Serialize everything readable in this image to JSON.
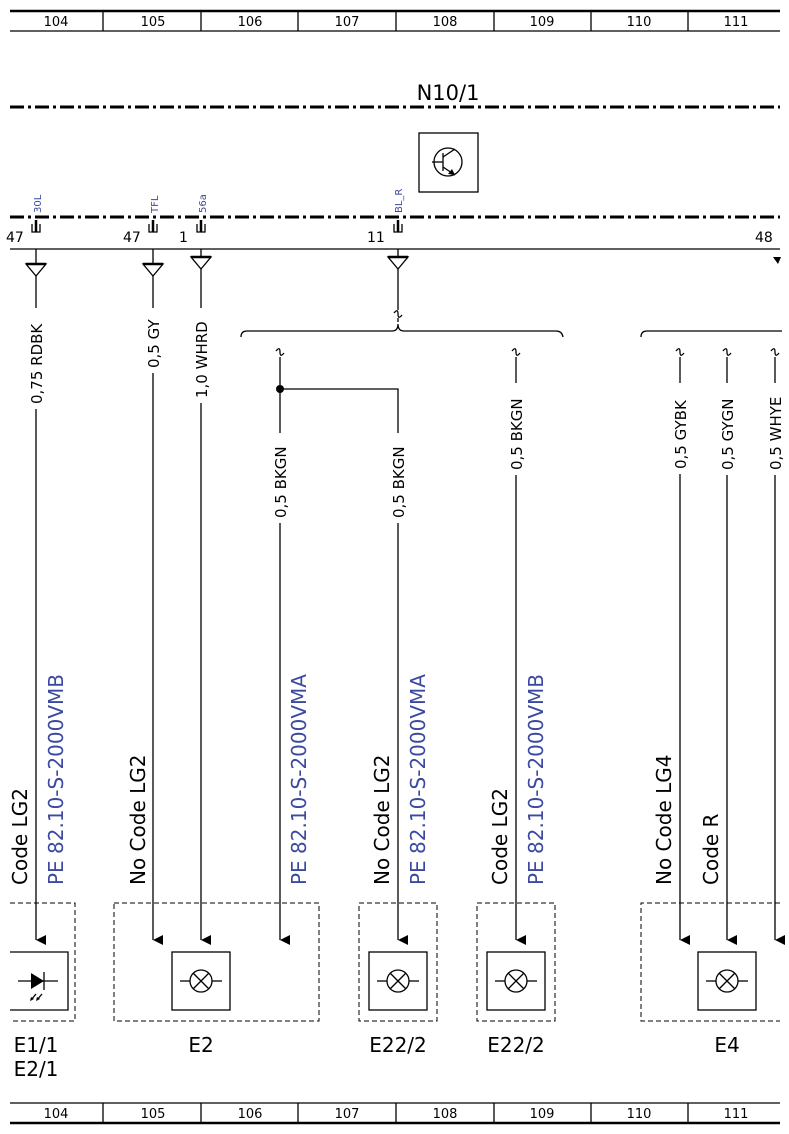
{
  "grid": {
    "top": [
      "104",
      "105",
      "106",
      "107",
      "108",
      "109",
      "110",
      "111"
    ],
    "bottom": [
      "104",
      "105",
      "106",
      "107",
      "108",
      "109",
      "110",
      "111"
    ]
  },
  "module": {
    "title": "N10/1",
    "icon": "transistor-icon"
  },
  "pins": [
    {
      "num": "47",
      "name": "30L"
    },
    {
      "num": "47",
      "name": "TFL"
    },
    {
      "num": "1",
      "name": "56a"
    },
    {
      "num": "11",
      "name": "BL_R"
    },
    {
      "num": "48",
      "name": ""
    }
  ],
  "wires": [
    {
      "label": "0,75 RDBK"
    },
    {
      "label": "0,5 GY"
    },
    {
      "label": "1,0 WHRD"
    },
    {
      "label": "0,5 BKGN"
    },
    {
      "label": "0,5 BKGN"
    },
    {
      "label": "0,5 BKGN"
    },
    {
      "label": "0,5 GYBK"
    },
    {
      "label": "0,5 GYGN"
    },
    {
      "label": "0,5 WHYE"
    }
  ],
  "annotations": [
    {
      "code": "Code LG2",
      "pe": "PE 82.10-S-2000VMB"
    },
    {
      "code": "No Code LG2",
      "pe": ""
    },
    {
      "code": "",
      "pe": "PE 82.10-S-2000VMA"
    },
    {
      "code": "No Code LG2",
      "pe": "PE 82.10-S-2000VMA"
    },
    {
      "code": "Code LG2",
      "pe": "PE 82.10-S-2000VMB"
    },
    {
      "code": "No Code LG4",
      "pe": ""
    },
    {
      "code": "Code R",
      "pe": ""
    }
  ],
  "components": [
    {
      "label_line1": "E1/1",
      "label_line2": "E2/1",
      "icon": "led-icon"
    },
    {
      "label_line1": "E2",
      "icon": "lamp-icon"
    },
    {
      "label_line1": "E22/2",
      "icon": "lamp-icon"
    },
    {
      "label_line1": "E22/2",
      "icon": "lamp-icon"
    },
    {
      "label_line1": "E4",
      "icon": "lamp-icon"
    }
  ],
  "colors": {
    "line": "#000000",
    "reference_text": "#3b4aa0"
  }
}
